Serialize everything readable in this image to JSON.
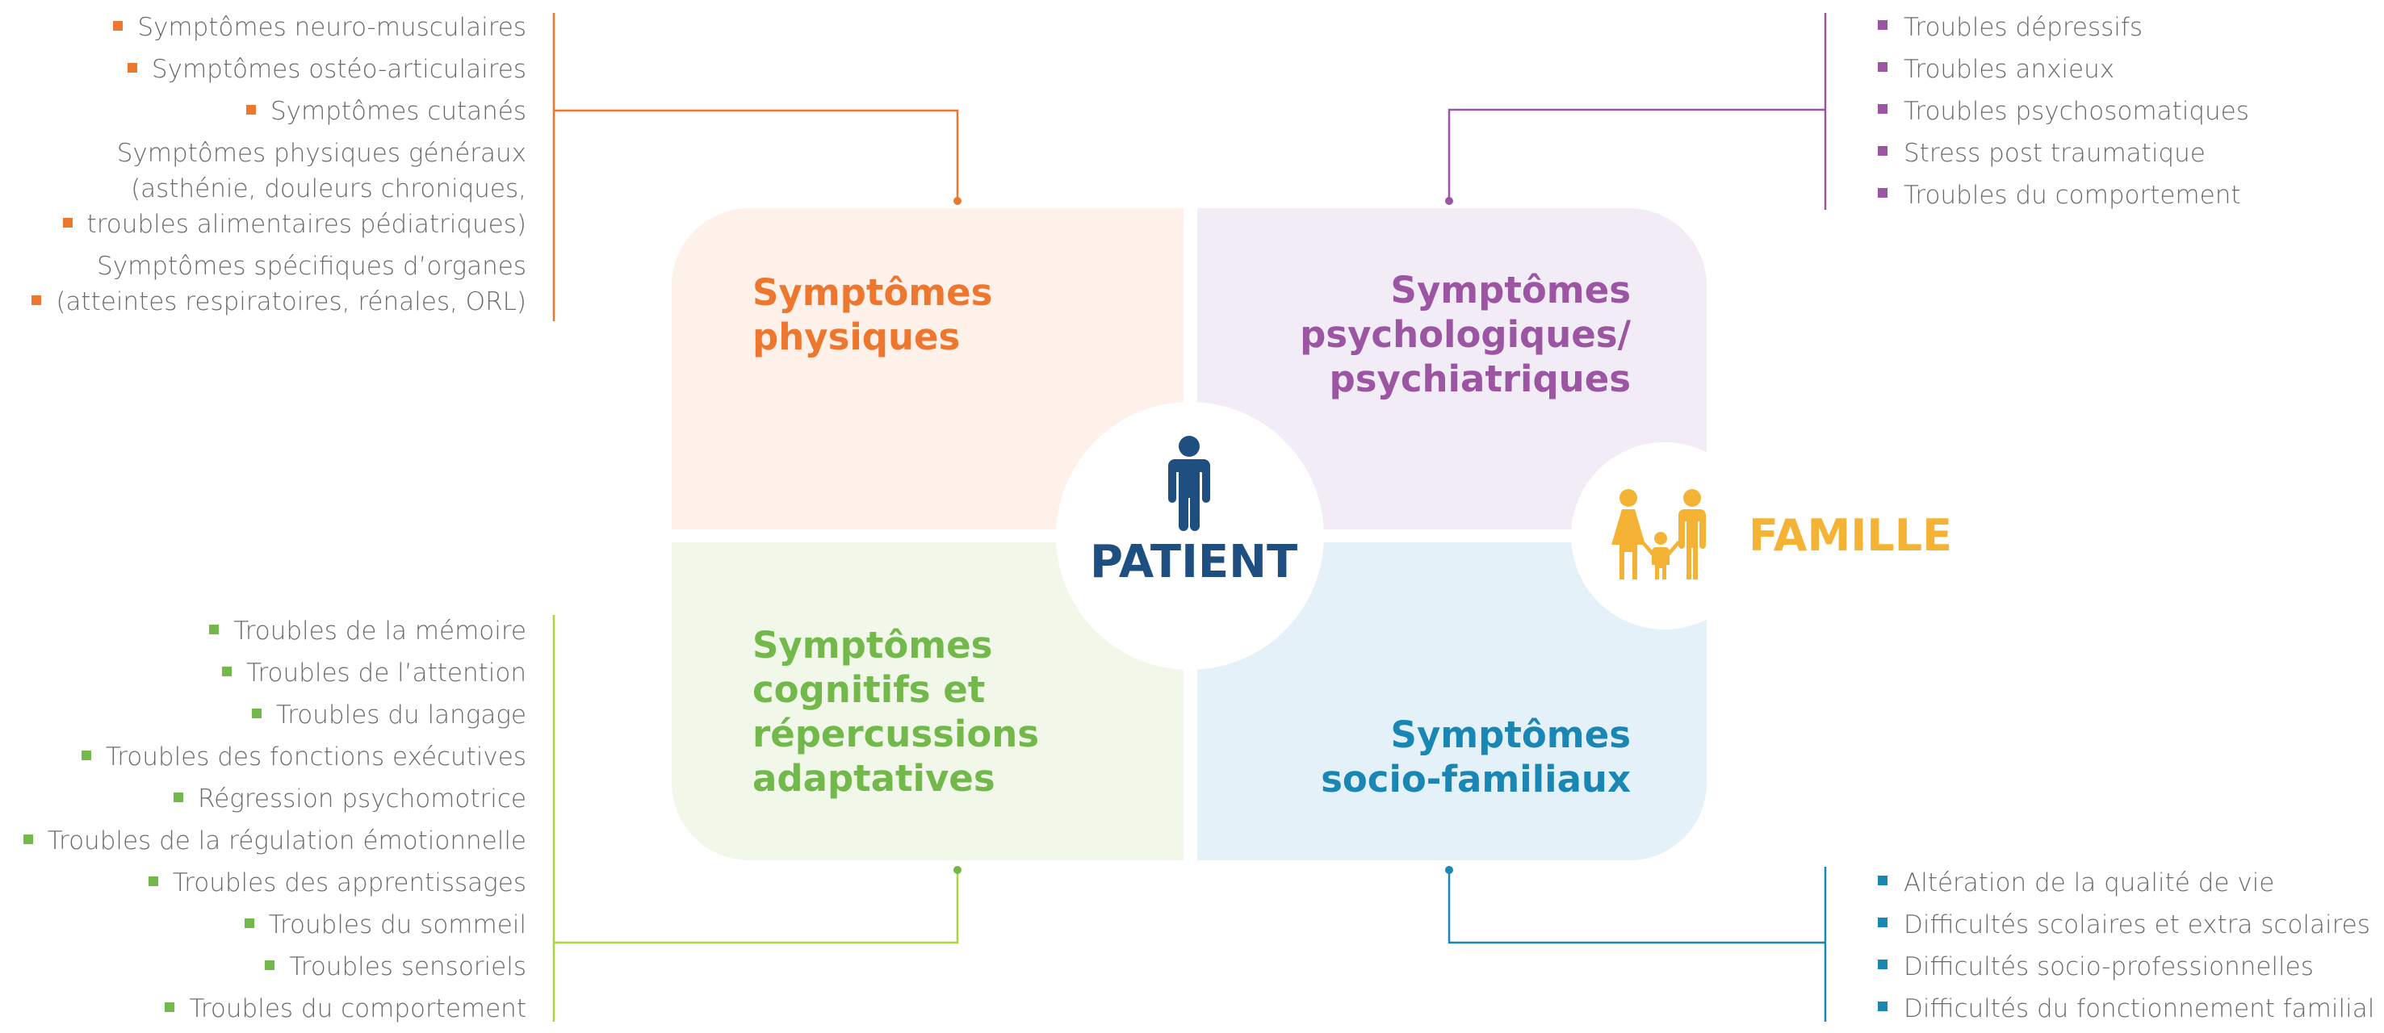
{
  "colors": {
    "physical": "#ee7730",
    "physical_bg": "#fdf1ea",
    "psych": "#9b55a3",
    "psych_bg": "#f1ecf6",
    "cognitive": "#72b84a",
    "cognitive_line": "#a8d63c",
    "cognitive_bg": "#f1f8ea",
    "social": "#1a86b4",
    "social_bg": "#e4f1f8",
    "patient": "#1e4f80",
    "famille": "#f5b335"
  },
  "center": {
    "label": "PATIENT",
    "icon": "person-icon"
  },
  "famille": {
    "label": "FAMILLE",
    "icon": "family-icon"
  },
  "quadrants": {
    "physical": {
      "title": [
        "Symptômes",
        "physiques"
      ]
    },
    "psych": {
      "title": [
        "Symptômes",
        "psychologiques/",
        "psychiatriques"
      ]
    },
    "cognitive": {
      "title": [
        "Symptômes",
        "cognitifs et",
        "répercussions",
        "adaptatives"
      ]
    },
    "social": {
      "title": [
        "Symptômes",
        "socio-familiaux"
      ]
    }
  },
  "lists": {
    "physical": [
      [
        "Symptômes neuro-musculaires"
      ],
      [
        "Symptômes ostéo-articulaires"
      ],
      [
        "Symptômes cutanés"
      ],
      [
        "Symptômes physiques généraux",
        "(asthénie, douleurs chroniques,",
        "troubles alimentaires pédiatriques)"
      ],
      [
        "Symptômes spécifiques d’organes",
        "(atteintes respiratoires, rénales, ORL)"
      ]
    ],
    "psych": [
      "Troubles dépressifs",
      "Troubles anxieux",
      "Troubles psychosomatiques",
      "Stress post traumatique",
      "Troubles du comportement"
    ],
    "cognitive": [
      "Troubles de la mémoire",
      "Troubles de l’attention",
      "Troubles du langage",
      "Troubles des fonctions exécutives",
      "Régression psychomotrice",
      "Troubles de la régulation émotionnelle",
      "Troubles des apprentissages",
      "Troubles du sommeil",
      "Troubles sensoriels",
      "Troubles du comportement"
    ],
    "social": [
      "Altération de la qualité de vie",
      "Difficultés scolaires et extra scolaires",
      "Difficultés socio-professionnelles",
      "Difficultés du fonctionnement familial"
    ]
  }
}
